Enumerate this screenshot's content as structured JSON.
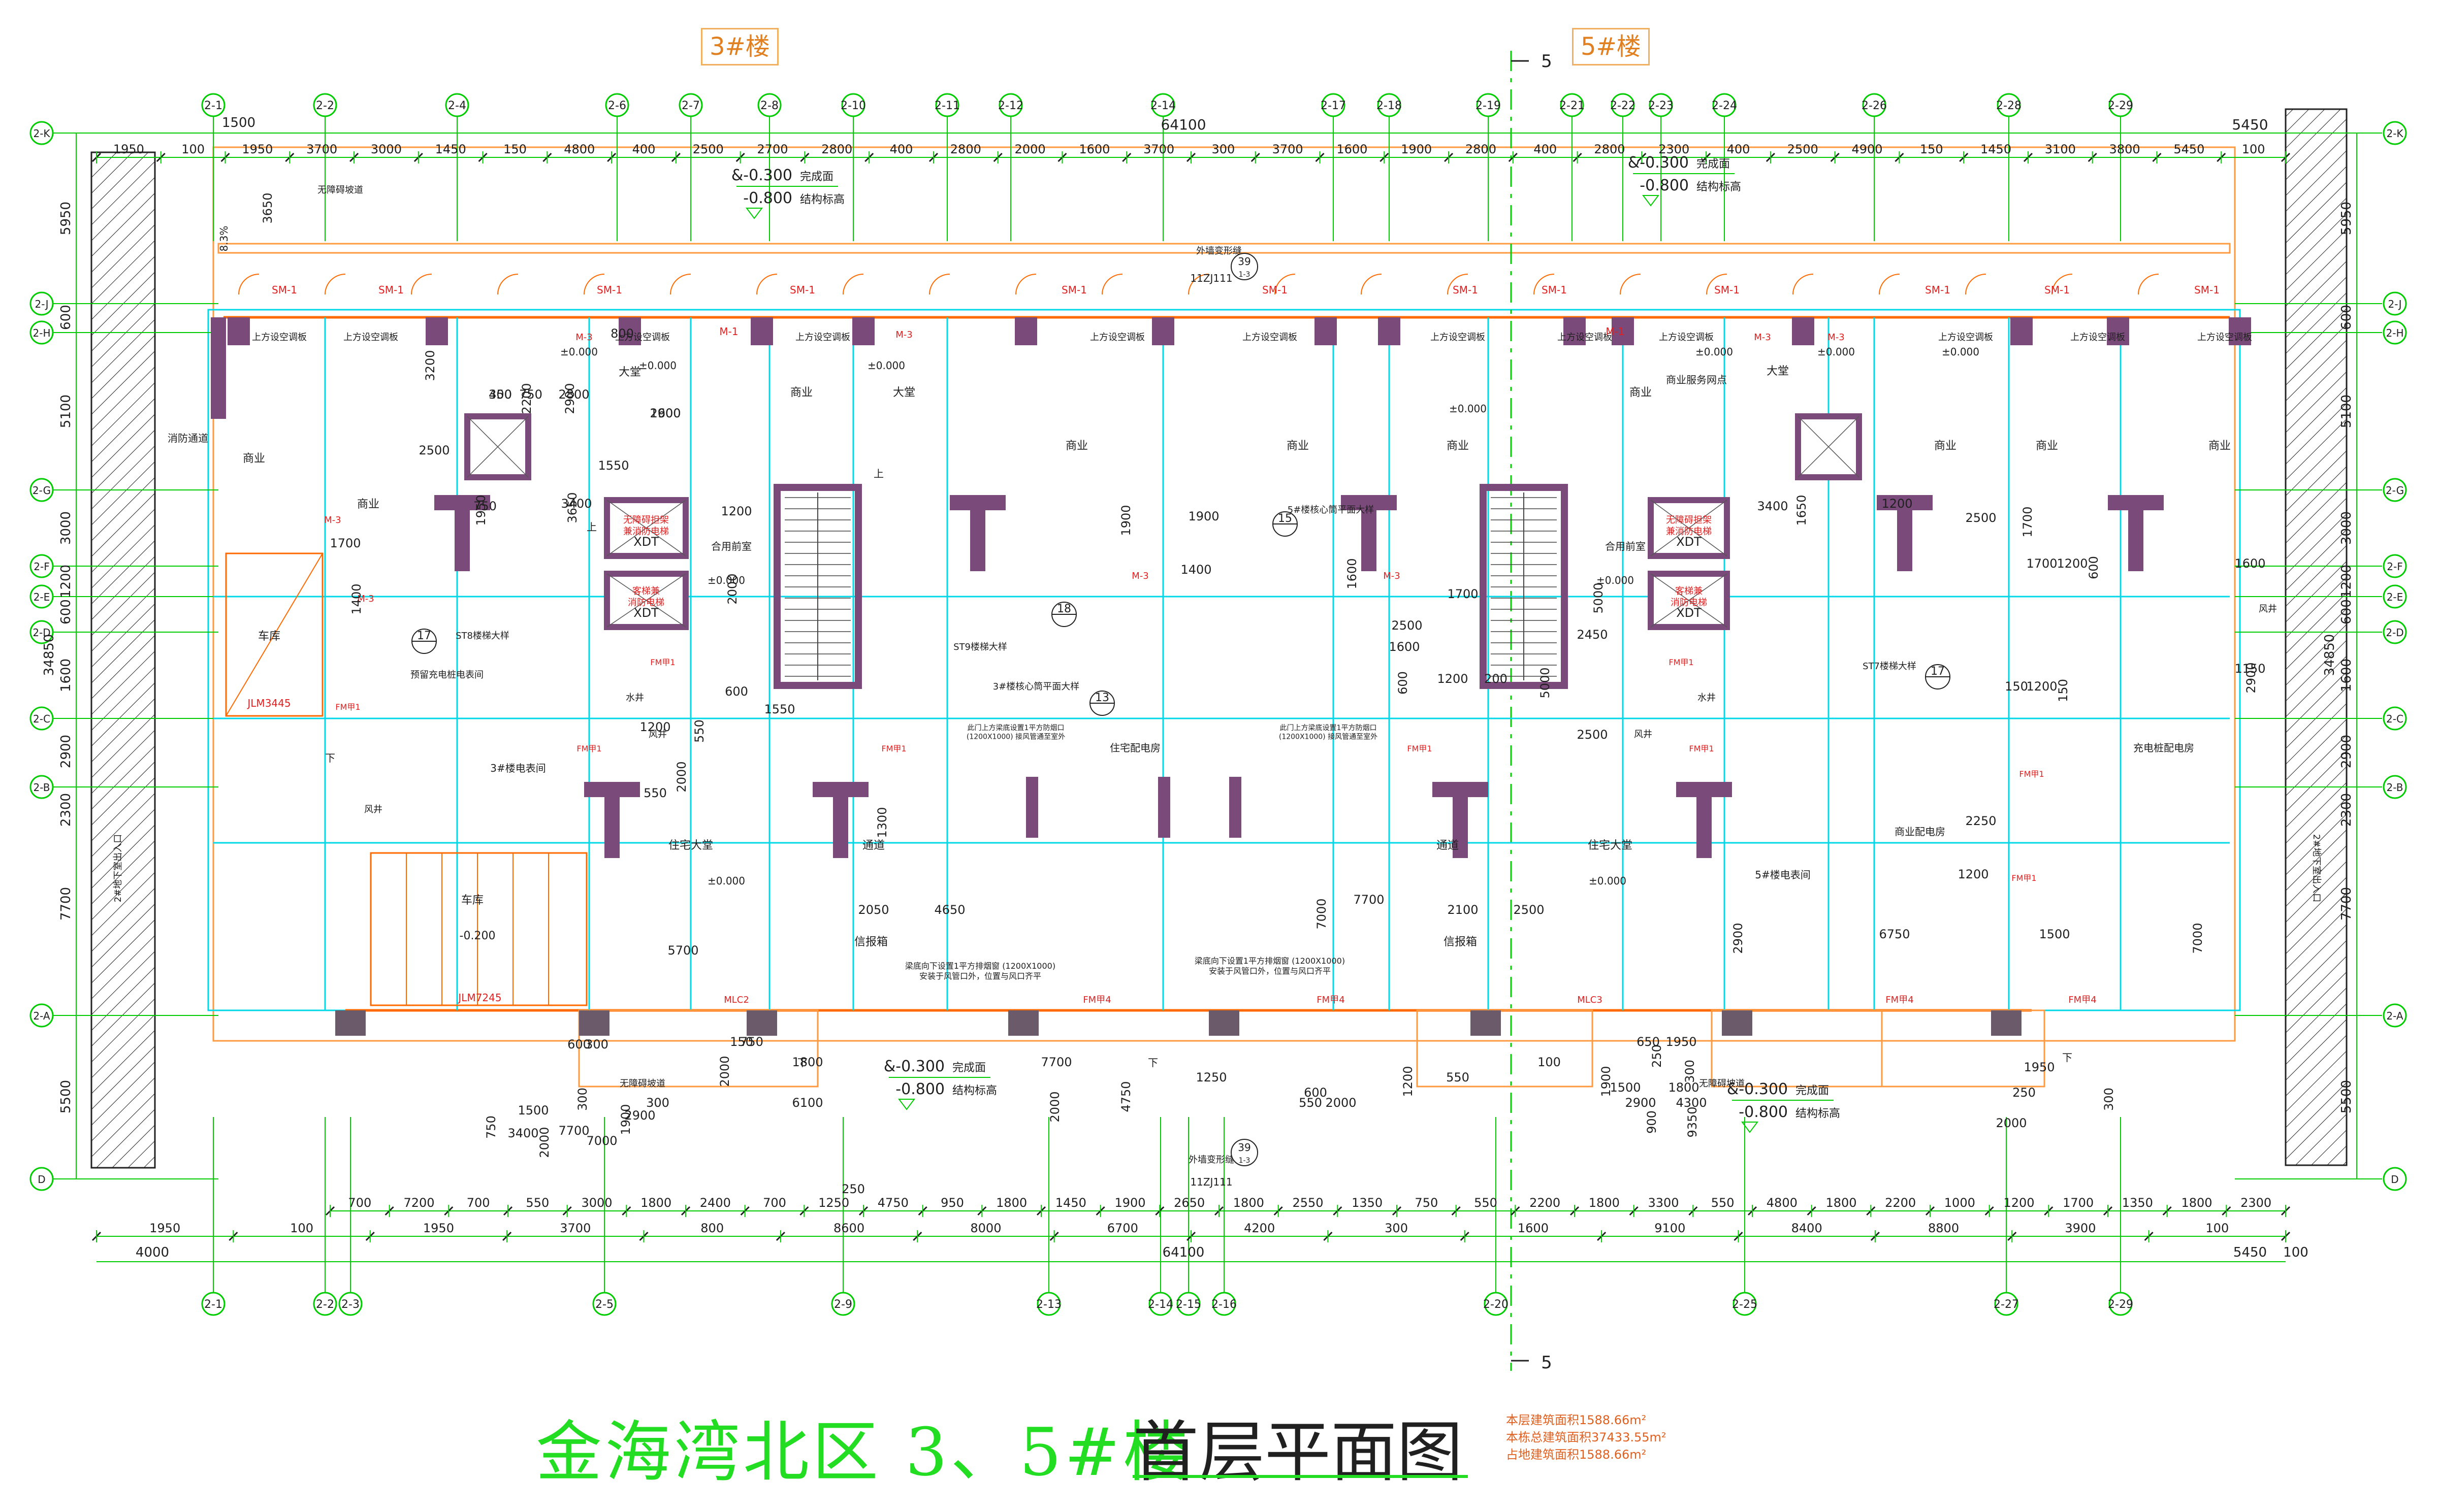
{
  "building_tags": {
    "left": "3#楼",
    "right": "5#楼"
  },
  "title": {
    "part1": "金海湾北区  3、5#楼",
    "part2": "首层平面图"
  },
  "areas": {
    "line1": "本层建筑面积1588.66m²",
    "line2": "本栋总建筑面积37433.55m²",
    "line3": "占地建筑面积1588.66m²"
  },
  "section_marker": "5",
  "colors": {
    "grid": "#00cc00",
    "wall": "#7a4a7a",
    "window": "#ff6a00",
    "room": "#00d8e8",
    "tag": "#e08020"
  },
  "axes_top": [
    "2-1",
    "2-2",
    "2-4",
    "2-6",
    "2-7",
    "2-8",
    "2-10",
    "2-11",
    "2-12",
    "2-14",
    "2-17",
    "2-18",
    "2-19",
    "2-21",
    "2-22",
    "2-23",
    "2-24",
    "2-26",
    "2-28",
    "2-29"
  ],
  "axes_bottom": [
    "2-1",
    "2-2",
    "2-3",
    "2-5",
    "2-9",
    "2-13",
    "2-14",
    "2-15",
    "2-16",
    "2-20",
    "2-25",
    "2-27",
    "2-29"
  ],
  "axes_side": [
    "2-K",
    "2-J",
    "2-H",
    "2-G",
    "2-F",
    "2-E",
    "2-D",
    "2-C",
    "2-B",
    "2-A",
    "D"
  ],
  "dims_top_total": "64100",
  "dims_top_row2": [
    "1950",
    "100",
    "1950",
    "3700",
    "3000",
    "1450",
    "150",
    "4800",
    "400",
    "2500",
    "2700",
    "2800",
    "400",
    "2800",
    "2000",
    "1600",
    "3700",
    "300",
    "3700",
    "1600",
    "1900",
    "2800",
    "400",
    "2800",
    "2300",
    "400",
    "2500",
    "4900",
    "150",
    "1450",
    "3100",
    "3800",
    "5450",
    "100"
  ],
  "dims_top_row1": [
    "1500",
    "5450"
  ],
  "dims_bottom_row1": [
    "700",
    "7200",
    "700",
    "550",
    "3000",
    "1800",
    "2400",
    "700",
    "1250",
    "4750",
    "950",
    "1800",
    "1450",
    "1900",
    "2650",
    "1800",
    "2550",
    "1350",
    "750",
    "550",
    "2200",
    "1800",
    "3300",
    "550",
    "4800",
    "1800",
    "2200",
    "1000",
    "1200",
    "1700",
    "1350",
    "1800",
    "2300"
  ],
  "dims_bottom_row2": [
    "1950",
    "100",
    "1950",
    "3700",
    "800",
    "8600",
    "8000",
    "6700",
    "4200",
    "300",
    "1600",
    "9100",
    "8400",
    "8800",
    "3900",
    "100"
  ],
  "dims_bottom_row3": [
    "4000",
    "64100",
    "5450",
    "100"
  ],
  "dims_bottom_top": "250",
  "dims_left": [
    "5950",
    "600",
    "5100",
    "3000",
    "1200",
    "600",
    "1600",
    "2900",
    "2300",
    "7700",
    "5500",
    "34850"
  ],
  "dims_right": [
    "5950",
    "600",
    "5100",
    "3000",
    "1200",
    "600",
    "1600",
    "2900",
    "2300",
    "7700",
    "5500",
    "34850"
  ],
  "elevations": [
    {
      "v1": "&-0.300",
      "l1": "完成面",
      "v2": "-0.800",
      "l2": "结构标高"
    },
    {
      "v1": "&-0.300",
      "l1": "完成面",
      "v2": "-0.800",
      "l2": "结构标高"
    },
    {
      "v1": "&-0.300",
      "l1": "完成面",
      "v2": "-0.800",
      "l2": "结构标高"
    },
    {
      "v1": "&-0.300",
      "l1": "完成面",
      "v2": "-0.800",
      "l2": "结构标高"
    }
  ],
  "room_labels": {
    "shangye": "商业",
    "datang": "大堂",
    "cheku": "车库",
    "zhuzhai_datang": "住宅大堂",
    "tongdao": "通道",
    "xinbaoxiang": "信报箱",
    "heyong_qianshi": "合用前室",
    "zhuzhai_peidian": "住宅配电房",
    "shangye_peidian": "商业配电房",
    "chongdian_peidian": "充电桩配电房",
    "dianbiao_3": "3#楼电表间",
    "dianbiao_5": "5#楼电表间",
    "shangye_fuwu": "商业服务网点",
    "xiaofang": "消防通道",
    "wuzhangai": "无障碍坡道",
    "yuliu": "预留充电桩电表间",
    "fengjing": "风井",
    "shuijing": "水井",
    "ac": "上方设空调板",
    "elev1": "无障碍担架\n兼消防电梯",
    "elev2": "客梯兼\n消防电梯",
    "xdt": "XDT",
    "zero": "±0.000",
    "minus_zero2": "-0.200",
    "outer_wall": "外墙变形缝",
    "atlas": "11ZJ111",
    "st8": "ST8楼梯大样",
    "st9": "ST9楼梯大样",
    "st7": "ST7楼梯大样",
    "core3": "3#楼核心筒平面大样",
    "core5": "5#楼核心筒平面大样",
    "door_sm1": "SM-1",
    "door_m1": "M-1",
    "door_m3": "M-3",
    "door_fm": "FM甲1",
    "door_fm4": "FM甲4",
    "door_mlc2": "MLC2",
    "door_mlc3": "MLC3",
    "door_jlm3445": "JLM3445",
    "door_jlm7245": "JLM7245",
    "callout_17": "17",
    "callout_18": "18",
    "callout_13": "13",
    "callout_15": "15",
    "callout_39": "39",
    "sub_1_3": "1-3",
    "slope": "8.3%",
    "dim_3650": "3650",
    "side_note_left": "2#地下室出入口",
    "side_note_right": "2#地下室出入口",
    "vent_note_1": "此门上方梁底设置1平方防烟口\n(1200X1000) 接风管通至室外",
    "vent_note_2": "此门上方梁底设置1平方防烟口\n(1200X1000) 接风管通至室外",
    "vent_note_3": "梁底向下设置1平方排烟窗 (1200X1000)\n安装于风管口外，位置与风口齐平",
    "vent_note_4": "梁底向下设置1平方排烟窗 (1200X1000)\n安装于风管口外，位置与风口齐平",
    "down_mark": "下",
    "up_mark": "上"
  },
  "inner_dims": [
    "350",
    "2200",
    "2800",
    "1600",
    "1950",
    "3400",
    "1700",
    "1400",
    "1550",
    "2500",
    "3200",
    "800",
    "1200",
    "2000",
    "600",
    "1550",
    "1900",
    "1900",
    "1400",
    "1600",
    "2500",
    "1700",
    "5000",
    "2450",
    "1600",
    "600",
    "1200",
    "200",
    "5000",
    "2500",
    "3400",
    "1650",
    "1200",
    "2500",
    "1700",
    "1700",
    "1200",
    "600",
    "1600",
    "1150",
    "2900",
    "150",
    "1200",
    "150",
    "2250",
    "1200",
    "2900",
    "6750",
    "1500",
    "7000",
    "2050",
    "4650",
    "7000",
    "2100",
    "2500",
    "1300",
    "5700",
    "7700",
    "2000",
    "550",
    "1200",
    "550",
    "600",
    "300",
    "2000",
    "150",
    "750",
    "300",
    "1800",
    "6100",
    "4750",
    "1250",
    "600",
    "250",
    "650",
    "1950",
    "300",
    "1800",
    "4300",
    "9350",
    "250",
    "1950",
    "300",
    "2000",
    "1500",
    "1900",
    "300",
    "2900",
    "750",
    "3400",
    "7700",
    "2000",
    "7000",
    "7700",
    "2000",
    "550",
    "2000",
    "1200",
    "550",
    "100",
    "1900",
    "1500",
    "2900",
    "900",
    "400",
    "750",
    "2900",
    "2900",
    "750",
    "3650"
  ]
}
